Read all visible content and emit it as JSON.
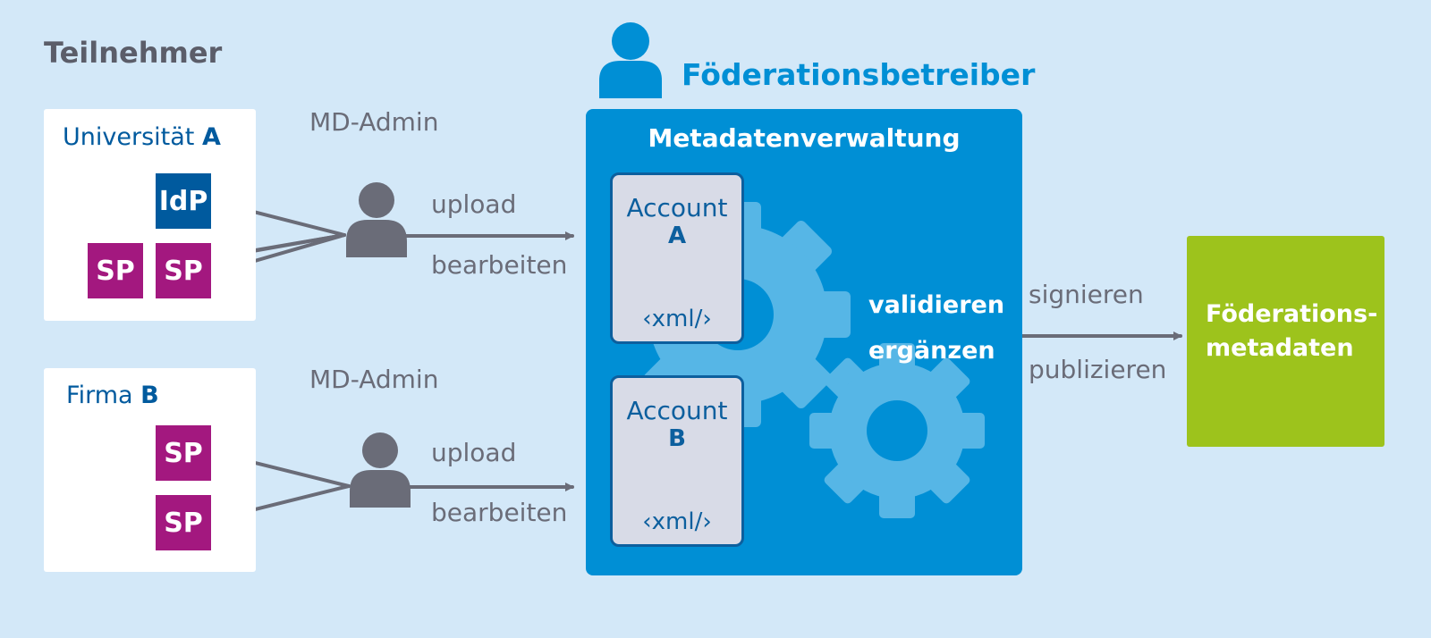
{
  "participants": {
    "heading": "Teilnehmer",
    "org_a": {
      "name": "Universität",
      "letter": "A",
      "idp": "IdP",
      "sp": [
        "SP",
        "SP"
      ]
    },
    "org_b": {
      "name": "Firma",
      "letter": "B",
      "sp": [
        "SP",
        "SP"
      ]
    }
  },
  "admin": {
    "label_top": "MD-Admin",
    "label_bottom": "MD-Admin",
    "action_upload": "upload",
    "action_edit": "bearbeiten"
  },
  "operator": {
    "title": "Föderationsbetreiber",
    "panel_title": "Metadatenverwaltung",
    "accounts": [
      {
        "label": "Account",
        "letter": "A",
        "file": "‹xml/›"
      },
      {
        "label": "Account",
        "letter": "B",
        "file": "‹xml/›"
      }
    ],
    "process_validate": "validieren",
    "process_complete": "ergänzen"
  },
  "publish": {
    "action_sign": "signieren",
    "action_publish": "publizieren",
    "output_line1": "Föderations-",
    "output_line2": "metadaten"
  },
  "colors": {
    "background": "#d3e8f8",
    "operator_blue": "#008fd5",
    "gear_blue": "#56b6e6",
    "sp_magenta": "#a3187f",
    "idp_blue": "#005a9e",
    "output_green": "#9dc31c",
    "person_gray": "#6a6c78"
  },
  "icons": [
    "person-icon",
    "gear-icon",
    "arrow-right-icon"
  ]
}
